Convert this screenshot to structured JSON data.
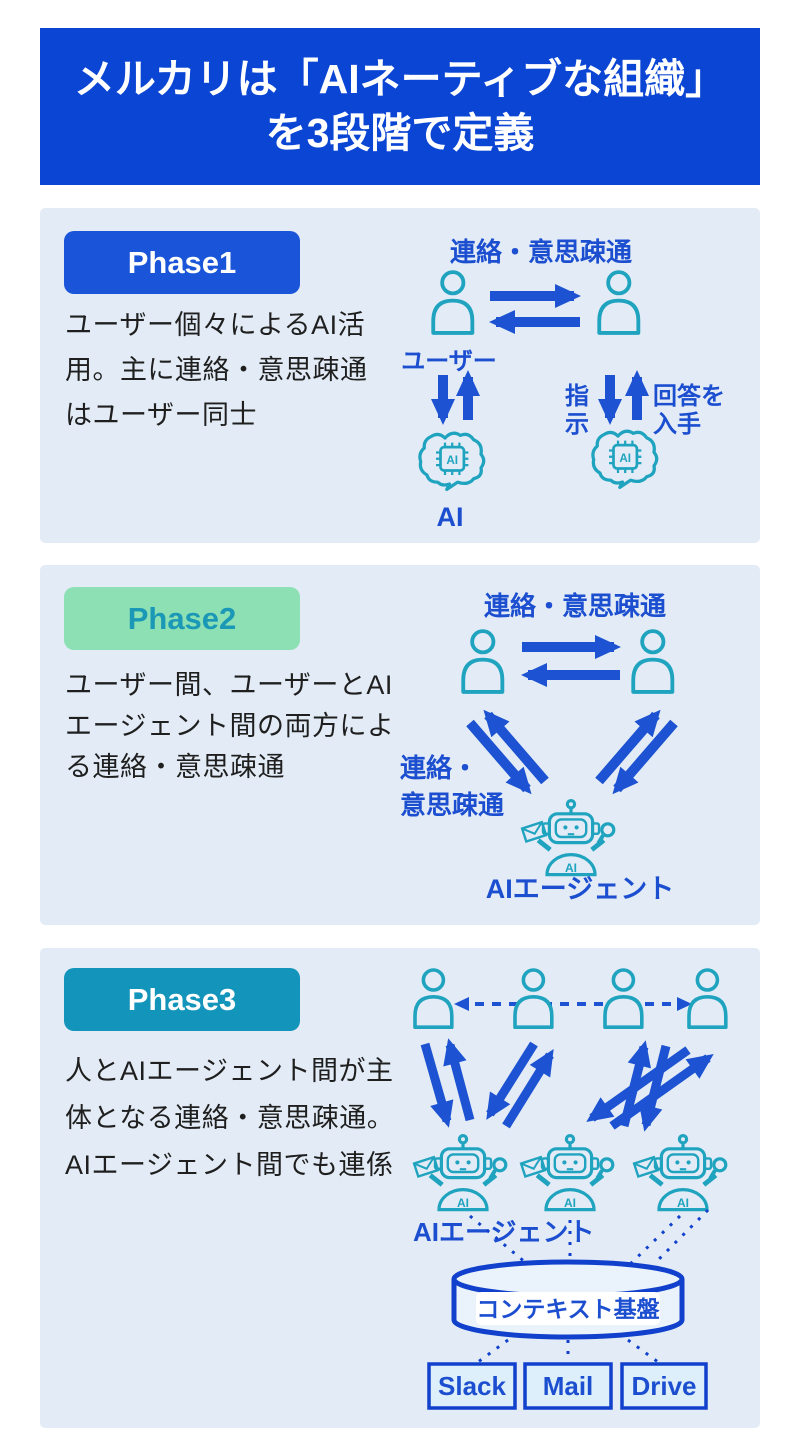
{
  "poster": {
    "title_line1": "メルカリは「AIネーティブな組織」",
    "title_line2": "を3段階で定義"
  },
  "icons": {
    "brain_chip_text": "AI",
    "robot_body_text": "AI"
  },
  "phases": [
    {
      "badge": "Phase1",
      "desc_lines": [
        "ユーザー個々によるAI活",
        "用。主に連絡・意思疎通",
        "はユーザー同士"
      ],
      "diagram": {
        "top_label": "連絡・意思疎通",
        "user_label": "ユーザー",
        "ai_label": "AI",
        "instruction_lines": [
          "指",
          "示"
        ],
        "answer_lines": [
          "回答を",
          "入手"
        ]
      }
    },
    {
      "badge": "Phase2",
      "desc_lines": [
        "ユーザー間、ユーザーとAI",
        "エージェント間の両方によ",
        "る連絡・意思疎通"
      ],
      "diagram": {
        "top_label": "連絡・意思疎通",
        "side_label_lines": [
          "連絡・",
          "意思疎通"
        ],
        "agent_label": "AIエージェント"
      }
    },
    {
      "badge": "Phase3",
      "desc_lines": [
        "人とAIエージェント間が主",
        "体となる連絡・意思疎通。",
        "AIエージェント間でも連係"
      ],
      "diagram": {
        "agent_label": "AIエージェント",
        "db_label": "コンテキスト基盤",
        "services": [
          "Slack",
          "Mail",
          "Drive"
        ]
      }
    }
  ],
  "colors": {
    "banner_blue": "#0b45d4",
    "badge1_blue": "#1a54d8",
    "badge2_green": "#8ce0b4",
    "badge3_teal": "#1394ba",
    "panel_bg": "#e3ecf6",
    "arrow_blue": "#1d53d2",
    "label_blue": "#1c4ed0",
    "icon_teal": "#1fa3bf",
    "dark_blue_line": "#1141cc",
    "service_box_bg": "#ddeffa"
  }
}
